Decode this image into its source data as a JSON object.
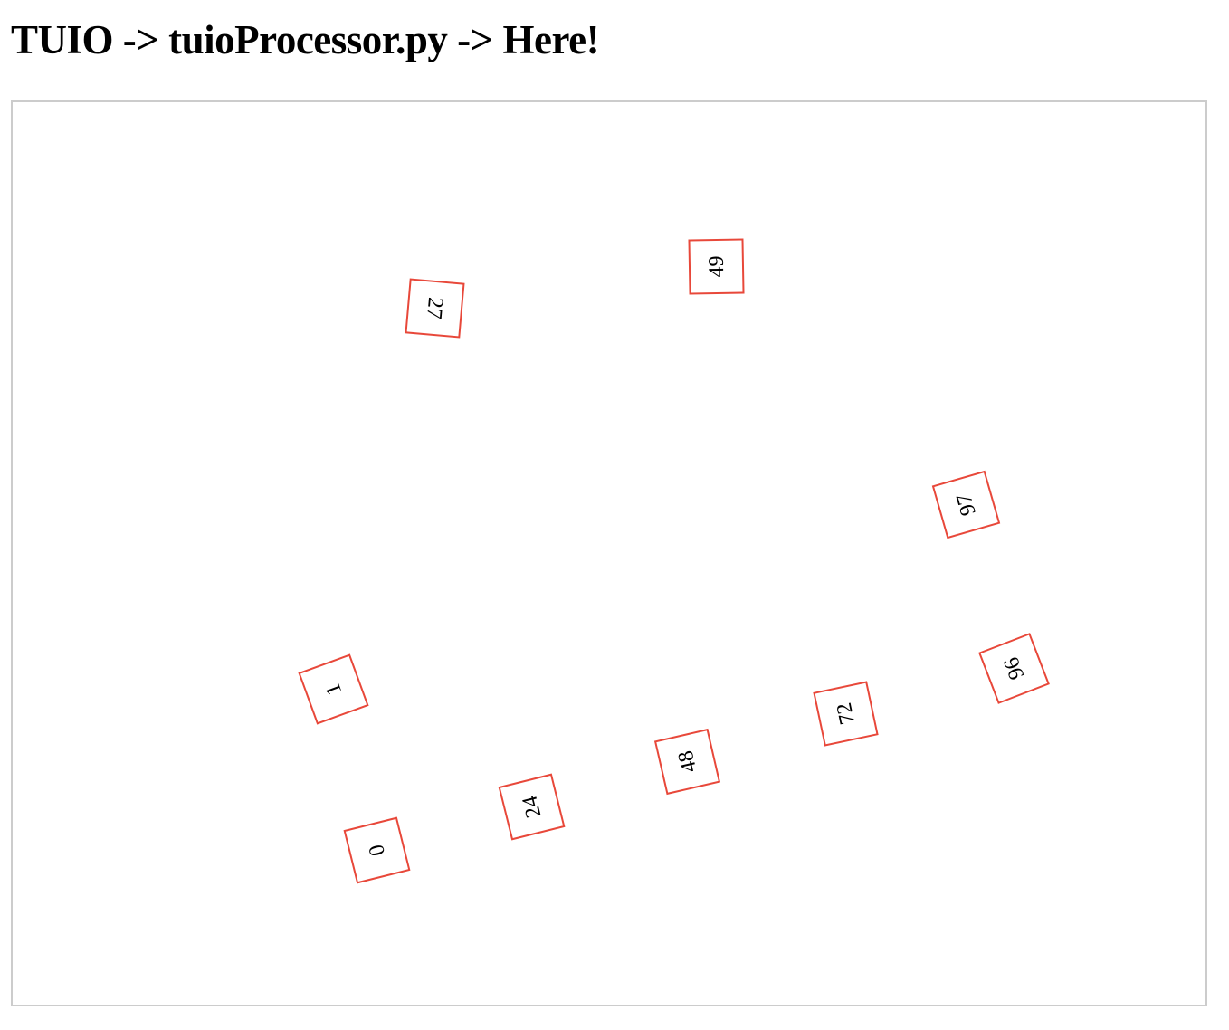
{
  "header": {
    "title": "TUIO -> tuioProcessor.py -> Here!"
  },
  "fiducials": [
    {
      "label": "27",
      "angle": 95
    },
    {
      "label": "49",
      "angle": -91
    },
    {
      "label": "97",
      "angle": -106
    },
    {
      "label": "1",
      "angle": 250
    },
    {
      "label": "96",
      "angle": -111
    },
    {
      "label": "72",
      "angle": -102
    },
    {
      "label": "48",
      "angle": -103
    },
    {
      "label": "24",
      "angle": -104
    },
    {
      "label": "0",
      "angle": 256
    }
  ],
  "colors": {
    "fiducial_border": "#e8483a",
    "canvas_border": "#cccccc"
  }
}
